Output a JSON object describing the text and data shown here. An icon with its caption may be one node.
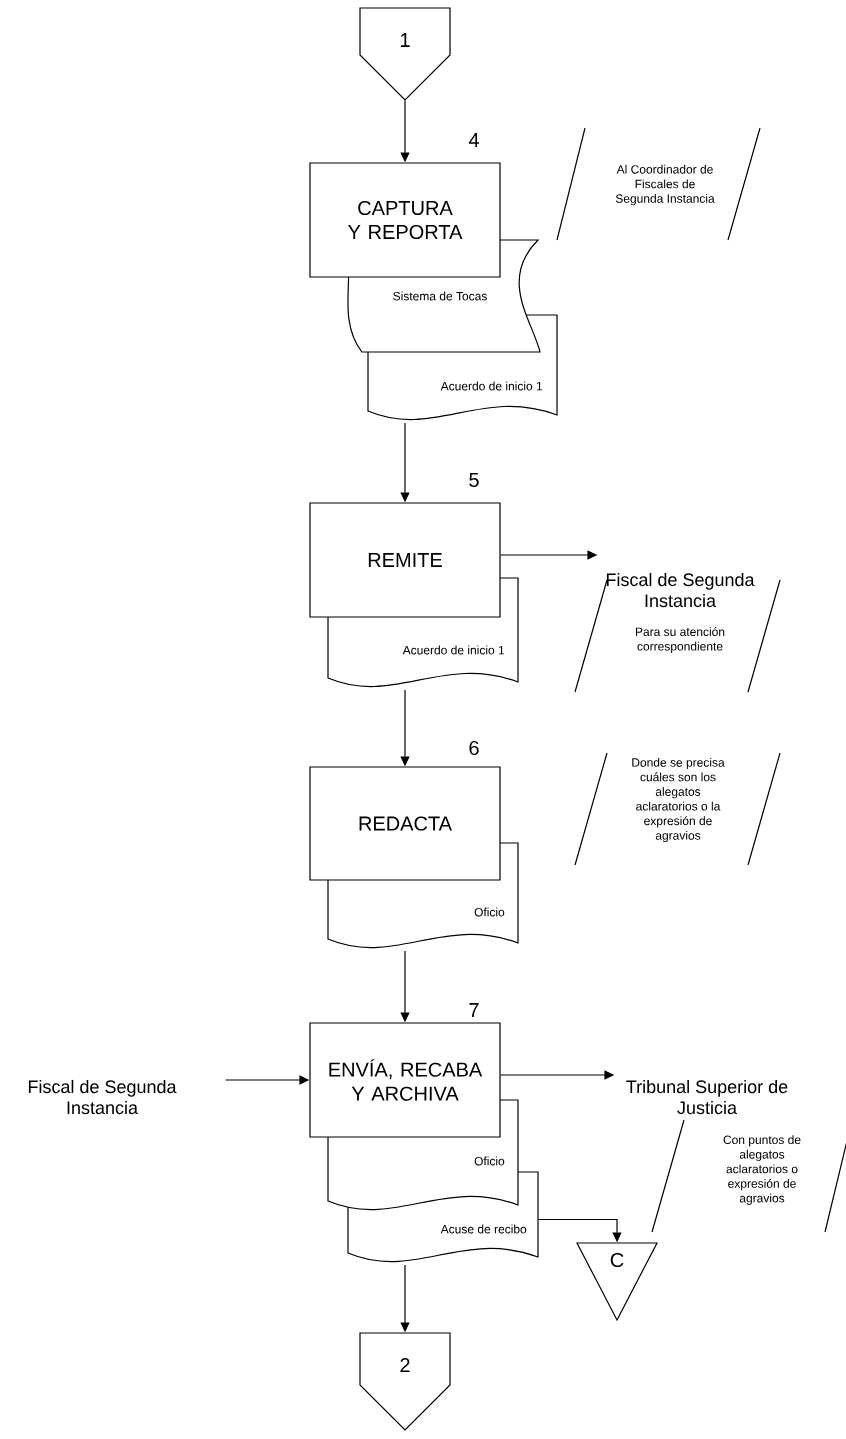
{
  "diagram": {
    "nodes": [
      {
        "text": [
          "1"
        ]
      },
      {
        "text": [
          "CAPTURA Y REPORTA"
        ],
        "beside": [
          "4"
        ]
      },
      {
        "text": [
          "Sistema de Tocas"
        ]
      },
      {
        "text": [
          "Acuerdo de inicio 1"
        ]
      },
      {
        "text": [
          "REMITE"
        ],
        "beside": [
          "5"
        ]
      },
      {
        "text": [
          "Acuerdo de inicio 1"
        ]
      },
      {
        "text": [
          "Fiscal de Segunda Instancia"
        ]
      },
      {
        "text": [
          "REDACTA"
        ],
        "beside": [
          "6"
        ]
      },
      {
        "text": [
          "Oficio"
        ]
      },
      {
        "text": [
          "ENVÍA, RECABA Y ARCHIVA"
        ],
        "beside": [
          "7"
        ]
      },
      {
        "text": [
          "Oficio"
        ]
      },
      {
        "text": [
          "Acuse de recibo"
        ]
      },
      {
        "text": [
          "Fiscal de Segunda Instancia"
        ]
      },
      {
        "text": [
          "Tribunal Superior de Justicia"
        ]
      },
      {
        "text": [
          "C"
        ]
      },
      {
        "text": [
          "2"
        ]
      }
    ],
    "edges": [
      {
        "from": 0,
        "to": 1,
        "arrow": "to"
      },
      {
        "from": 3,
        "to": 4,
        "arrow": "to"
      },
      {
        "from": 4,
        "to": 6,
        "arrow": "to"
      },
      {
        "from": 5,
        "to": 7,
        "arrow": "to"
      },
      {
        "from": 8,
        "to": 9,
        "arrow": "to"
      },
      {
        "from": 12,
        "to": 9,
        "arrow": "to"
      },
      {
        "from": 9,
        "to": 13,
        "arrow": "to"
      },
      {
        "from": 11,
        "to": 14,
        "arrow": "to"
      },
      {
        "from": 11,
        "to": 15,
        "arrow": "to"
      }
    ],
    "labels": [
      "Al Coordinador de Fiscales de Segunda Instancia",
      "Para su atención correspondiente",
      "Donde se precisa cuáles son los alegatos aclaratorios o la expresión de agravios",
      "Con puntos de alegatos aclaratorios o expresión de agravios"
    ]
  }
}
